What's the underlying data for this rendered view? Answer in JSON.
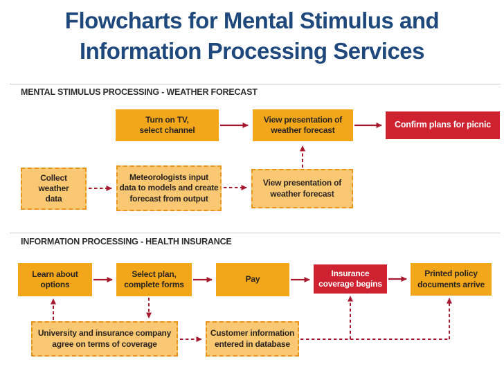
{
  "title": {
    "line1": "Flowcharts for Mental Stimulus and",
    "line2": "Information Processing Services"
  },
  "colors": {
    "title_blue": "#1F497D",
    "solid_yellow": "#F2A71B",
    "light_yellow": "#FAC873",
    "dashed_border": "#E8941A",
    "red": "#CE2231",
    "arrow_red": "#A6192E",
    "heading_black": "#2D2D2D",
    "box_text": "#2B2520",
    "rule_gray": "#C9C9C9"
  },
  "fc1": {
    "heading": "MENTAL STIMULUS PROCESSING - WEATHER FORECAST",
    "turn_on_tv": "Turn on TV,\nselect channel",
    "view_presentation_front": "View presentation of\nweather forecast",
    "confirm_picnic": "Confirm plans for picnic",
    "collect_data": "Collect\nweather\ndata",
    "meteorologists": "Meteorologists input\ndata to models and create\nforecast from output",
    "view_presentation_back": "View presentation of\nweather forecast"
  },
  "fc2": {
    "heading": "INFORMATION PROCESSING - HEALTH INSURANCE",
    "learn_options": "Learn about\noptions",
    "select_plan": "Select plan,\ncomplete forms",
    "pay": "Pay",
    "coverage_begins": "Insurance\ncoverage begins",
    "printed_policy": "Printed policy\ndocuments arrive",
    "university_agree": "University and insurance company\nagree on terms of coverage",
    "customer_db": "Customer information\nentered in database"
  }
}
